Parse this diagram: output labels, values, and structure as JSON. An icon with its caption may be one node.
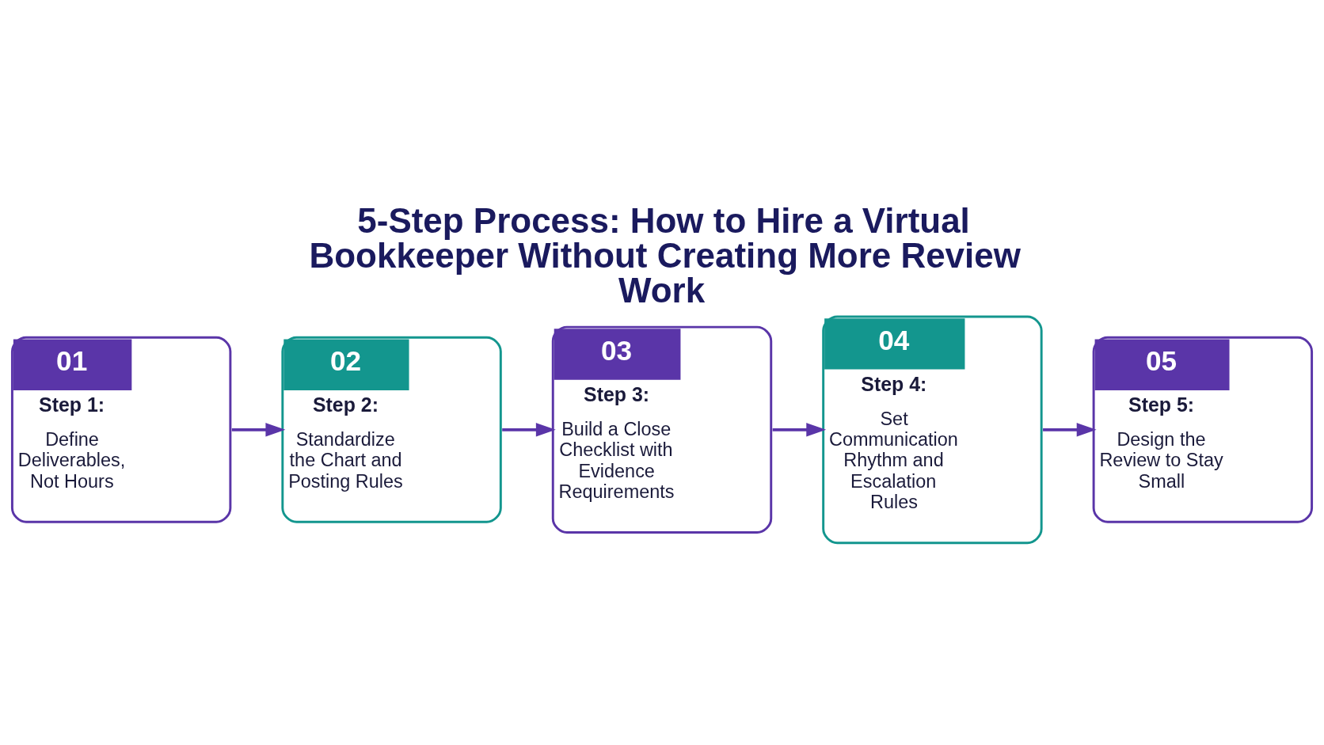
{
  "diagram": {
    "title": "5-Step Process: How to Hire a Virtual Bookkeeper Without Creating More Review Work",
    "nodes": [
      {
        "text": [
          "01",
          "Step 1:",
          "Define Deliverables, Not Hours"
        ]
      },
      {
        "text": [
          "02",
          "Step 2:",
          "Standardize the Chart and Posting Rules"
        ]
      },
      {
        "text": [
          "03",
          "Step 3:",
          "Build a Close Checklist with Evidence Requirements"
        ]
      },
      {
        "text": [
          "04",
          "Step 4:",
          "Set Communication Rhythm and Escalation Rules"
        ]
      },
      {
        "text": [
          "05",
          "Step 5:",
          "Design the Review to Stay Small"
        ]
      }
    ],
    "edges": [
      {
        "from": 0,
        "to": 1,
        "arrow": "to"
      },
      {
        "from": 1,
        "to": 2,
        "arrow": "to"
      },
      {
        "from": 2,
        "to": 3,
        "arrow": "to"
      },
      {
        "from": 3,
        "to": 4,
        "arrow": "to"
      }
    ]
  }
}
